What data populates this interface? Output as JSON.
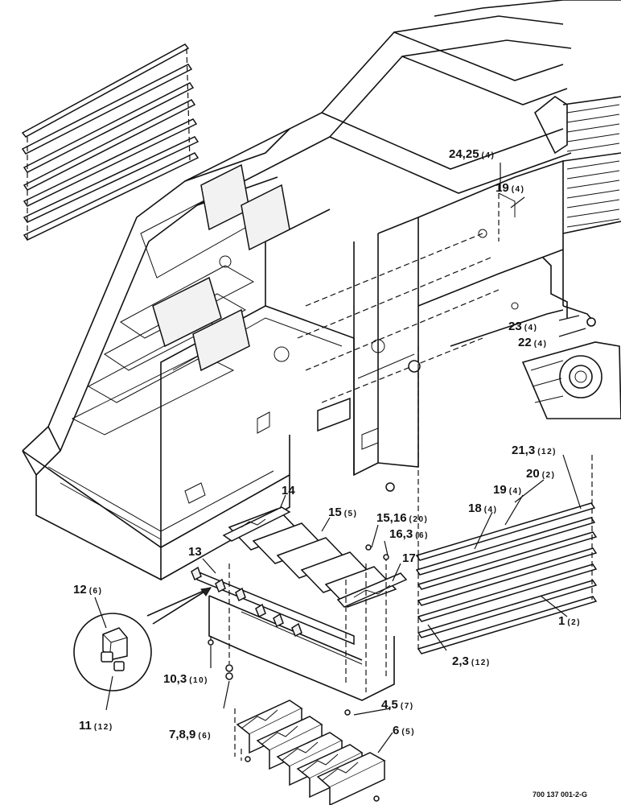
{
  "drawing_number": "700 137 001-2-G",
  "callouts": [
    {
      "id": "c1",
      "num": "24,25",
      "qty": "(4)"
    },
    {
      "id": "c2",
      "num": "19",
      "qty": "(4)"
    },
    {
      "id": "c3",
      "num": "23",
      "qty": "(4)"
    },
    {
      "id": "c4",
      "num": "22",
      "qty": "(4)"
    },
    {
      "id": "c5",
      "num": "21,3",
      "qty": "(12)"
    },
    {
      "id": "c6",
      "num": "20",
      "qty": "(2)"
    },
    {
      "id": "c7",
      "num": "19",
      "qty": "(4)"
    },
    {
      "id": "c8",
      "num": "18",
      "qty": "(4)"
    },
    {
      "id": "c9",
      "num": "1",
      "qty": "(2)"
    },
    {
      "id": "c10",
      "num": "2,3",
      "qty": "(12)"
    },
    {
      "id": "c11",
      "num": "14",
      "qty": ""
    },
    {
      "id": "c12",
      "num": "15",
      "qty": "(5)"
    },
    {
      "id": "c13",
      "num": "15,16",
      "qty": "(20)"
    },
    {
      "id": "c14",
      "num": "16,3",
      "qty": "(6)"
    },
    {
      "id": "c15",
      "num": "17",
      "qty": ""
    },
    {
      "id": "c16",
      "num": "13",
      "qty": ""
    },
    {
      "id": "c17",
      "num": "12",
      "qty": "(6)"
    },
    {
      "id": "c18",
      "num": "11",
      "qty": "(12)"
    },
    {
      "id": "c19",
      "num": "10,3",
      "qty": "(10)"
    },
    {
      "id": "c20",
      "num": "7,8,9",
      "qty": "(6)"
    },
    {
      "id": "c21",
      "num": "4,5",
      "qty": "(7)"
    },
    {
      "id": "c22",
      "num": "6",
      "qty": "(5)"
    }
  ]
}
